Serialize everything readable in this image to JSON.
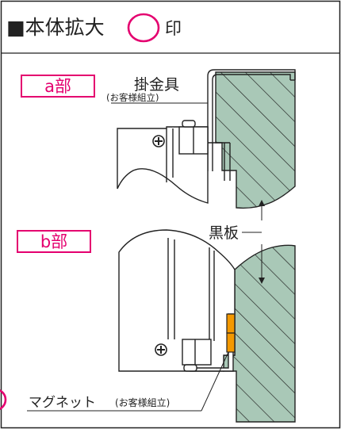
{
  "header": {
    "title": "■本体拡大",
    "suffix": "印"
  },
  "section_a": {
    "badge": "a部",
    "part_name": "掛金具",
    "part_note": "(お客様組立)"
  },
  "section_b": {
    "badge": "b部"
  },
  "blackboard_label": "黒板",
  "magnet_label": "マグネット",
  "magnet_note": "(お客様組立)",
  "colors": {
    "accent": "#e4006f",
    "wall_fill": "#a9c8b7",
    "magnet": "#f39800",
    "line": "#222222"
  }
}
